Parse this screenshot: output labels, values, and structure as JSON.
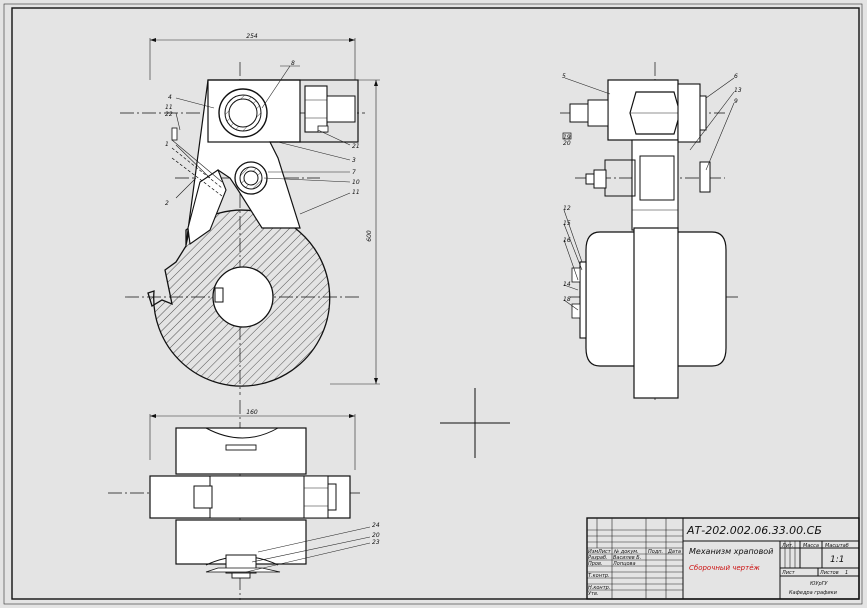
{
  "dimensions": {
    "top_width": "254",
    "height": "600",
    "bottom_width": "160"
  },
  "callouts_front": [
    "8",
    "4",
    "11",
    "22",
    "1",
    "2",
    "21",
    "3",
    "7",
    "10",
    "11"
  ],
  "callouts_side": [
    "5",
    "6",
    "13",
    "9",
    "19",
    "20",
    "12",
    "15",
    "16",
    "14",
    "18"
  ],
  "callouts_plan": [
    "24",
    "20",
    "23"
  ],
  "title_block": {
    "designation": "АТ-202.002.06.33.00.СБ",
    "name": "Механизм храповой",
    "doc_type": "Сборочный чертёж",
    "scale": "1:1",
    "university": "ЮУрГУ",
    "department": "Кафедра графики",
    "hdr_change": "Изм",
    "hdr_sheet": "Лист",
    "hdr_doc": "№ докум.",
    "hdr_sign": "Подп.",
    "hdr_date": "Дата",
    "role_dev": "Разраб.",
    "name_dev": "Василев Б.",
    "role_check": "Пров.",
    "name_check": "Лопцова",
    "role_tcontrol": "Т.контр.",
    "role_ncontrol": "Н.контр.",
    "role_approve": "Утв.",
    "col_lit": "Лит.",
    "col_mass": "Масса",
    "col_scale": "Масштаб",
    "col_sheet": "Лист",
    "col_sheets": "Листов",
    "sheets_count": "1"
  },
  "colors": {
    "paper": "#e4e4e4",
    "line": "#111111",
    "title_red": "#cc1111"
  }
}
